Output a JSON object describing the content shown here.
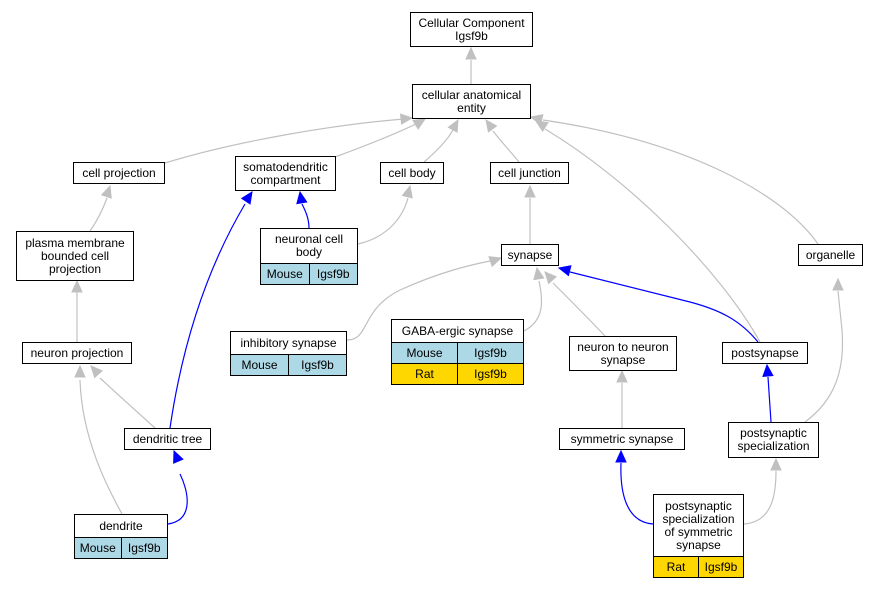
{
  "colors": {
    "gray_edge": "#c0c0c0",
    "blue_edge": "#0000ff",
    "mouse_fill": "#add8e6",
    "rat_fill": "#ffd700"
  },
  "nodes": {
    "root": {
      "label": "Cellular Component\nIgsf9b"
    },
    "cae": {
      "label": "cellular anatomical\nentity"
    },
    "cell_projection": {
      "label": "cell projection"
    },
    "somatodendritic": {
      "label": "somatodendritic\ncompartment"
    },
    "cell_body": {
      "label": "cell body"
    },
    "cell_junction": {
      "label": "cell junction"
    },
    "pmbcp": {
      "label": "plasma membrane\nbounded cell\nprojection"
    },
    "ncb": {
      "label": "neuronal cell\nbody",
      "rows": [
        [
          "Mouse",
          "Igsf9b"
        ]
      ]
    },
    "synapse": {
      "label": "synapse"
    },
    "organelle": {
      "label": "organelle"
    },
    "inhibitory": {
      "label": "inhibitory synapse",
      "rows": [
        [
          "Mouse",
          "Igsf9b"
        ]
      ]
    },
    "gaba": {
      "label": "GABA-ergic synapse",
      "rows": [
        [
          "Mouse",
          "Igsf9b"
        ],
        [
          "Rat",
          "Igsf9b"
        ]
      ]
    },
    "n2n": {
      "label": "neuron to neuron\nsynapse"
    },
    "postsynapse": {
      "label": "postsynapse"
    },
    "neuron_projection": {
      "label": "neuron projection"
    },
    "dendritic_tree": {
      "label": "dendritic tree"
    },
    "symmetric": {
      "label": "symmetric synapse"
    },
    "pss": {
      "label": "postsynaptic\nspecialization"
    },
    "dendrite": {
      "label": "dendrite",
      "rows": [
        [
          "Mouse",
          "Igsf9b"
        ]
      ]
    },
    "pss_sym": {
      "label": "postsynaptic\nspecialization\nof symmetric\nsynapse",
      "rows": [
        [
          "Rat",
          "Igsf9b"
        ]
      ]
    }
  }
}
